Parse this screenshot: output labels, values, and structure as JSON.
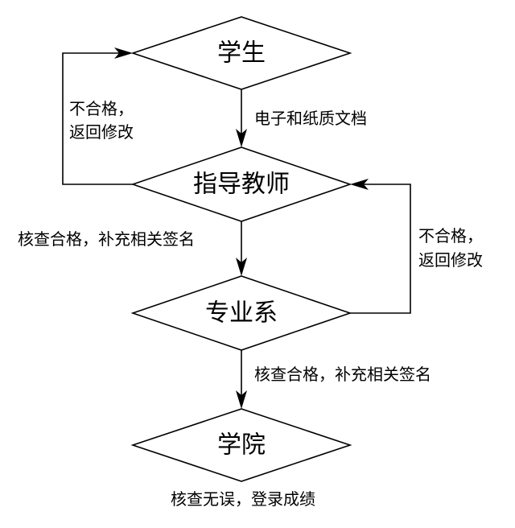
{
  "nodes": {
    "student": "学生",
    "advisor": "指导教师",
    "department": "专业系",
    "college": "学院"
  },
  "edges": {
    "student_to_advisor": "电子和纸质文档",
    "advisor_reject_line1": "不合格，",
    "advisor_reject_line2": "返回修改",
    "advisor_to_department": "核查合格，补充相关签名",
    "department_reject_line1": "不合格，",
    "department_reject_line2": "返回修改",
    "department_to_college": "核查合格，补充相关签名",
    "college_result": "核查无误，登录成绩"
  },
  "colors": {
    "stroke": "#000000",
    "background": "#ffffff"
  }
}
